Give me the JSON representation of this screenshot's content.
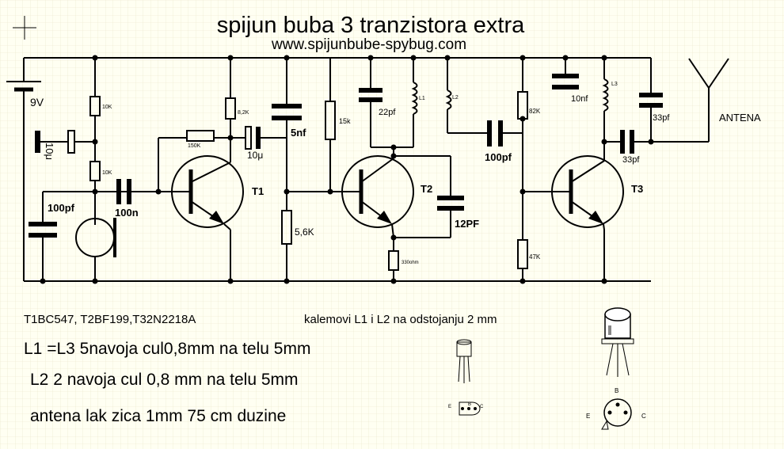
{
  "title": "spijun buba 3 tranzistora  extra",
  "url": "www.spijunbube-spybug.com",
  "battery": "9V",
  "antenna": "ANTENA",
  "components": {
    "c_10u_left": "10μ",
    "r_10k_top": "10K",
    "r_10k_bottom": "10K",
    "c_100pf_left": "100pf",
    "c_100n": "100n",
    "r_150k": "150K",
    "r_8k2": "8,2K",
    "c_10u_mid": "10μ",
    "t1": "T1",
    "c_5nf": "5nf",
    "r_5k6": "5,6K",
    "r_15k": "15k",
    "c_22pf": "22pf",
    "l1": "L1",
    "l2": "L2",
    "t2": "T2",
    "c_12pf": "12PF",
    "r_330": "330ohm",
    "c_100pf_mid": "100pf",
    "r_82k": "82K",
    "r_47k": "47K",
    "c_10nf": "10nf",
    "l3": "L3",
    "c_33pf_top": "33pf",
    "c_33pf_bottom": "33pf",
    "t3": "T3"
  },
  "notes": {
    "transistors": "T1BC547, T2BF199,T32N2218A",
    "coils": "kalemovi L1 i L2  na  odstojanju 2 mm",
    "line1": "L1 =L3 5navoja cul0,8mm na telu 5mm",
    "line2": "L2 2 navoja cul 0,8 mm na telu 5mm",
    "line3": "antena lak zica 1mm 75 cm duzine"
  },
  "pinout": {
    "e": "E",
    "b": "B",
    "c": "C"
  }
}
